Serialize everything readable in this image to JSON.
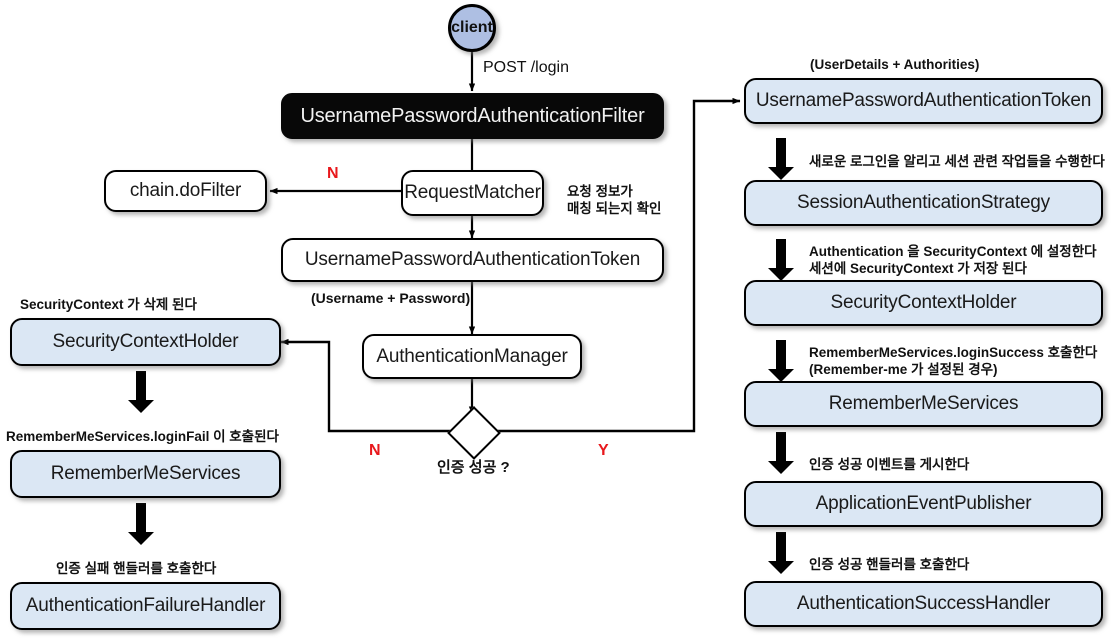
{
  "diagram": {
    "title": "Spring Security UsernamePasswordAuthenticationFilter flow",
    "colors": {
      "node_fill_blue": "#dbe7f4",
      "node_fill_white": "#ffffff",
      "node_fill_dark": "#080808",
      "client_fill": "#aebfe3",
      "branch_label": "#e8181c",
      "stroke": "#000000"
    },
    "nodes": {
      "client": "client",
      "filter": "UsernamePasswordAuthenticationFilter",
      "chain_do_filter": "chain.doFilter",
      "request_matcher": "RequestMatcher",
      "token_left": "UsernamePasswordAuthenticationToken",
      "authentication_manager": "AuthenticationManager",
      "security_context_holder_left": "SecurityContextHolder",
      "remember_me_services_left": "RememberMeServices",
      "authentication_failure_handler": "AuthenticationFailureHandler",
      "token_right": "UsernamePasswordAuthenticationToken",
      "session_authentication_strategy": "SessionAuthenticationStrategy",
      "security_context_holder_right": "SecurityContextHolder",
      "remember_me_services_right": "RememberMeServices",
      "application_event_publisher": "ApplicationEventPublisher",
      "authentication_success_handler": "AuthenticationSuccessHandler"
    },
    "decision": {
      "label": "인증 성공 ?",
      "branch_no": "N",
      "branch_yes": "Y",
      "branch_no_matcher": "N"
    },
    "edge_labels": {
      "post_login": "POST /login",
      "request_matcher_note_line1": "요청 정보가",
      "request_matcher_note_line2": "매칭 되는지 확인",
      "username_password": "(Username + Password)",
      "user_details_authorities": "(UserDetails + Authorities)",
      "session_strategy_note": "새로운 로그인을 알리고 세션 관련 작업들을 수행한다",
      "security_context_note_line1": "Authentication 을 SecurityContext 에 설정한다",
      "security_context_note_line2": "세션에 SecurityContext 가 저장 된다",
      "remember_me_success_line1": "RememberMeServices.loginSuccess 호출한다",
      "remember_me_success_line2": "(Remember-me 가 설정된 경우)",
      "publish_success_event": "인증 성공 이벤트를 게시한다",
      "call_success_handler": "인증 성공 핸들러를 호출한다",
      "security_context_cleared": "SecurityContext 가 삭제 된다",
      "remember_me_login_fail": "RememberMeServices.loginFail 이 호출된다",
      "call_failure_handler": "인증 실패 핸들러를 호출한다"
    }
  }
}
